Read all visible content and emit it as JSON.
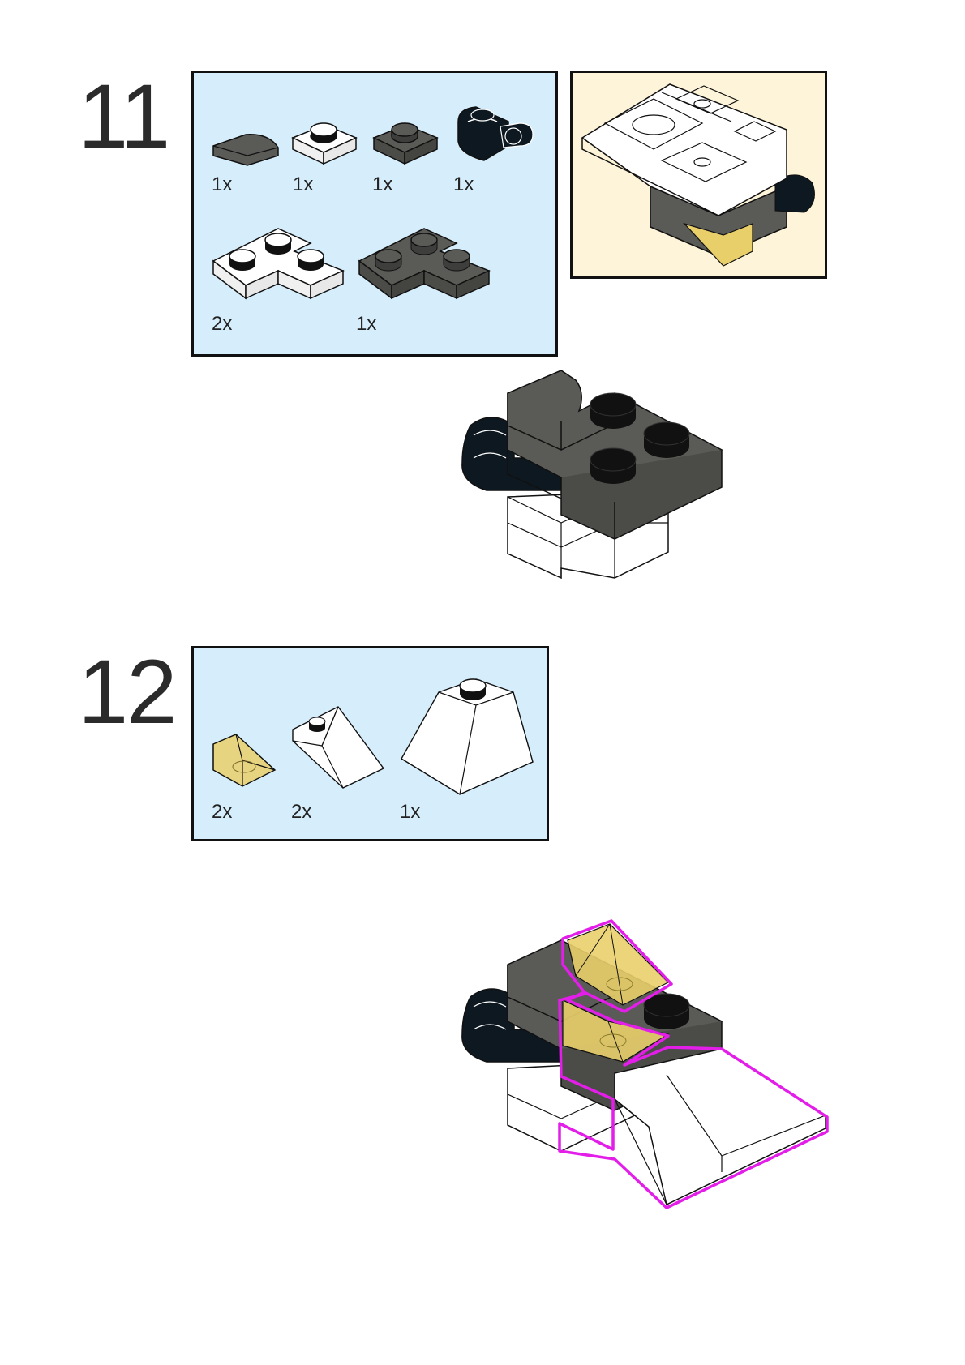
{
  "steps": [
    {
      "number": "11",
      "parts": [
        {
          "name": "tile-quarter-round",
          "qty": "1x",
          "color": "#5a5a57"
        },
        {
          "name": "plate-1x1-white",
          "qty": "1x",
          "color": "#ffffff"
        },
        {
          "name": "plate-1x1-dark-gray",
          "qty": "1x",
          "color": "#5a5a57"
        },
        {
          "name": "plate-with-clip-black",
          "qty": "1x",
          "color": "#0d1820"
        },
        {
          "name": "plate-corner-white",
          "qty": "2x",
          "color": "#ffffff"
        },
        {
          "name": "plate-corner-dark-gray",
          "qty": "1x",
          "color": "#5a5a57"
        }
      ]
    },
    {
      "number": "12",
      "parts": [
        {
          "name": "slope-trans-yellow",
          "qty": "2x",
          "color": "#e9cf6a"
        },
        {
          "name": "slope-white",
          "qty": "2x",
          "color": "#ffffff"
        },
        {
          "name": "slope-corner-white",
          "qty": "1x",
          "color": "#ffffff"
        }
      ]
    }
  ],
  "colors": {
    "parts_bg": "#d6eefb",
    "preview_bg": "#fdf4d9",
    "highlight": "#e21ee8",
    "dark_gray": "#5a5a57",
    "black": "#0d1820",
    "trans_yellow": "#e9cf6a"
  }
}
